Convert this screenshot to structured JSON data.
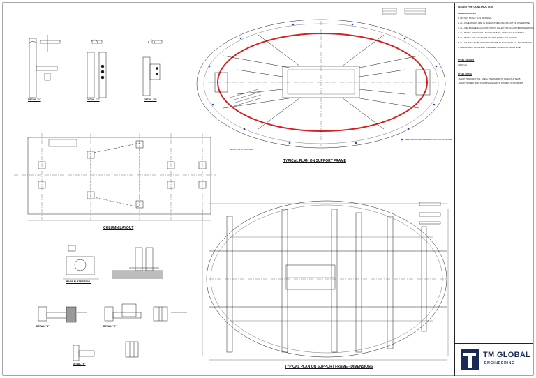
{
  "sheet": {
    "status": "ISSUED FOR CONSTRUCTION",
    "general_notes_heading": "GENERAL NOTES",
    "general_notes": [
      "1.  DO NOT SCALE THIS DRAWING",
      "2.  ALL DIMENSIONS ARE IN MILLIMETRES UNLESS NOTED OTHERWISE",
      "3.  ALL WELDS ARE 6mm CONTINUOUS FILLET UNLESS NOTED OTHERWISE",
      "4.  ALL BOLTS / WASHERS / NUTS ARE 8.8/S, HOT DIP GALVANISED",
      "5.  ALL BOLTS ARE GRADE 8.8 UNLESS NOTED OTHERWISE",
      "6.  ALL FRAMES TO BE ERECTED PLUMB & LEVEL WITH ALL TOLERANCES",
      "7.  DRILLING OF PLATES BY ENGINEER / FABRICATOR ON SITE"
    ],
    "steel_grades_heading": "STEEL GRADES",
    "steel_grades": [
      "300PLUS"
    ],
    "steel_finish_heading": "STEEL FINISH",
    "steel_finish": [
      "- SHOP PREPARATION: STEEL PREPARED TO AS 1627.4, Sa2.5",
      "- SHOP PRIMER: ZINC PHOSPHATE ALKYD PRIMER, 50 MICRONS"
    ]
  },
  "drawings": {
    "plan_title": "TYPICAL PLAN ON SUPPORT FRAME",
    "dims_title": "TYPICAL PLAN ON SUPPORT FRAME - DIMENSIONS",
    "column_title": "COLUMN LAYOUT",
    "base_plate_title": "BASE PLATE DETAIL",
    "detail_1": "DETAIL \"1\"",
    "detail_2": "DETAIL \"2\"",
    "detail_3": "DETAIL \"3\"",
    "detail_4": "DETAIL \"4\"",
    "detail_5": "DETAIL \"5\"",
    "detail_6": "DETAIL \"6\""
  },
  "legend": {
    "existing_structure": "EXISTING STRUCTURE",
    "denotes_note": "DENOTES APPROXIMATE POSITION OF FRAME"
  },
  "logo": {
    "company": "TM GLOBAL",
    "subtitle": "ENGINEERING",
    "mark": "T"
  },
  "colors": {
    "line": "#1a1a1a",
    "highlight": "#d42020",
    "accent": "#1e4fbf",
    "logo_navy": "#1b2a55"
  }
}
